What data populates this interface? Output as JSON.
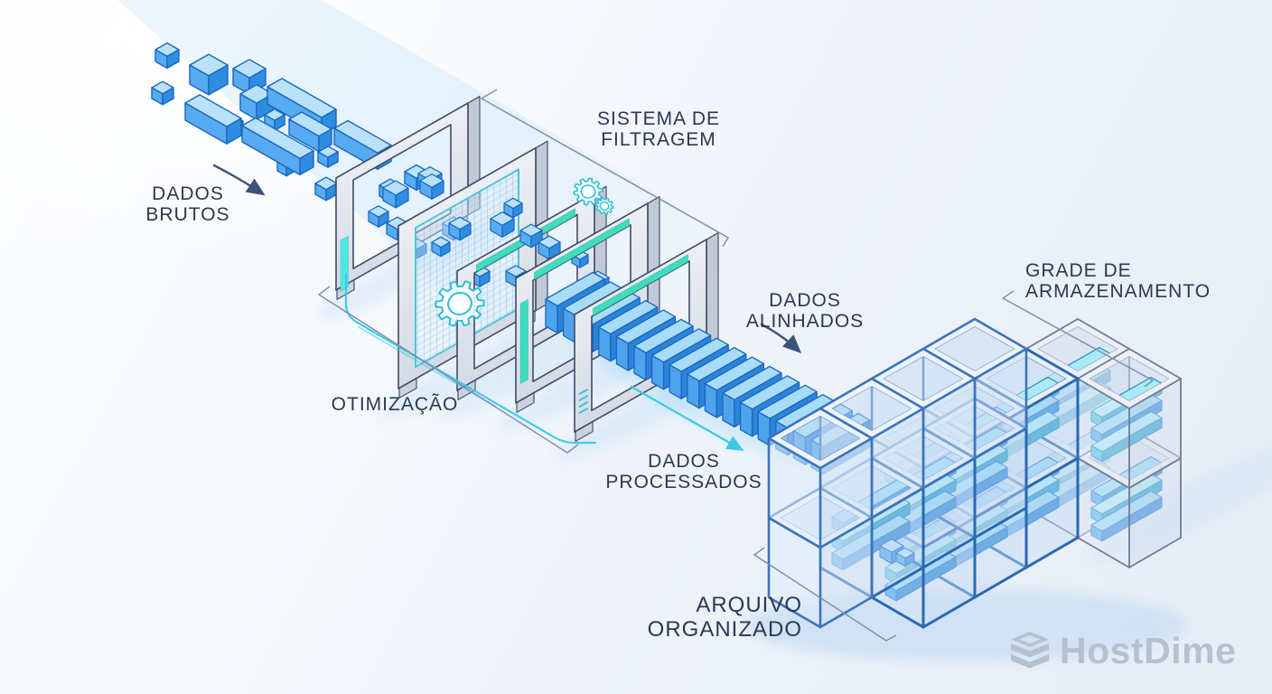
{
  "labels": {
    "raw": {
      "l1": "DADOS",
      "l2": "BRUTOS"
    },
    "filter": {
      "l1": "SISTEMA DE",
      "l2": "FILTRAGEM"
    },
    "optimization": {
      "l1": "OTIMIZAÇÃO"
    },
    "aligned": {
      "l1": "DADOS",
      "l2": "ALINHADOS"
    },
    "processed": {
      "l1": "DADOS",
      "l2": "PROCESSADOS"
    },
    "grid": {
      "l1": "GRADE DE",
      "l2": "ARMAZENAMENTO"
    },
    "archive": {
      "l1": "ARQUIVO",
      "l2": "ORGANIZADO"
    }
  },
  "watermark": {
    "brand": "HostDime"
  },
  "colors": {
    "text": "#2b3950",
    "bracket": "#7b8ba3",
    "arrow_navy": "#3d5377",
    "accent_cyan": "#3cc8e8",
    "accent_teal": "#3fdcbe",
    "cube_top": "#b9e2fa",
    "cube_front": "#57abf0",
    "cube_right": "#2f8de0",
    "cube_line": "#1a66c0",
    "frame_line": "#3f4b66",
    "cell_frame_blue": "#2b68b2",
    "cell_frame_gray": "#717d96",
    "glass_frame": "#3b74bd",
    "watermark_gray": "#b6c1d0"
  }
}
